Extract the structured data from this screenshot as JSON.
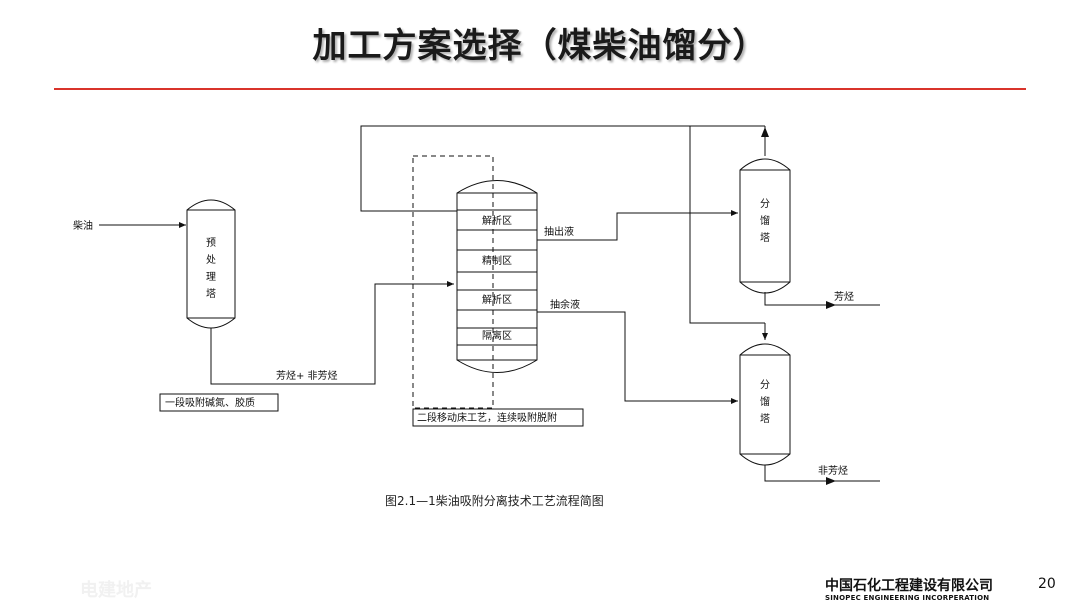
{
  "slide": {
    "title": "加工方案选择（煤柴油馏分）",
    "page_number": "20",
    "watermark": "电建地产"
  },
  "footer": {
    "company_cn": "中国石化工程建设有限公司",
    "company_en": "SINOPEC ENGINEERING INCORPERATION"
  },
  "diagram": {
    "feed_label": "柴油",
    "pretreat_tower": [
      "预",
      "处",
      "理",
      "塔"
    ],
    "column_zones": [
      "解析区",
      "精制区",
      "解析区",
      "隔离区"
    ],
    "extract_label": "抽出液",
    "raffinate_label": "抽余液",
    "mixed_stream_label": "芳烃+ 非芳烃",
    "stage1_note": "一段吸附碱氮、胶质",
    "stage2_note": "二段移动床工艺，连续吸附脱附",
    "fractionator_top": [
      "分",
      "馏",
      "塔"
    ],
    "fractionator_bottom": [
      "分",
      "馏",
      "塔"
    ],
    "aromatics_label": "芳烃",
    "non_aromatics_label": "非芳烃",
    "caption": "图2.1—1柴油吸附分离技术工艺流程简图"
  }
}
